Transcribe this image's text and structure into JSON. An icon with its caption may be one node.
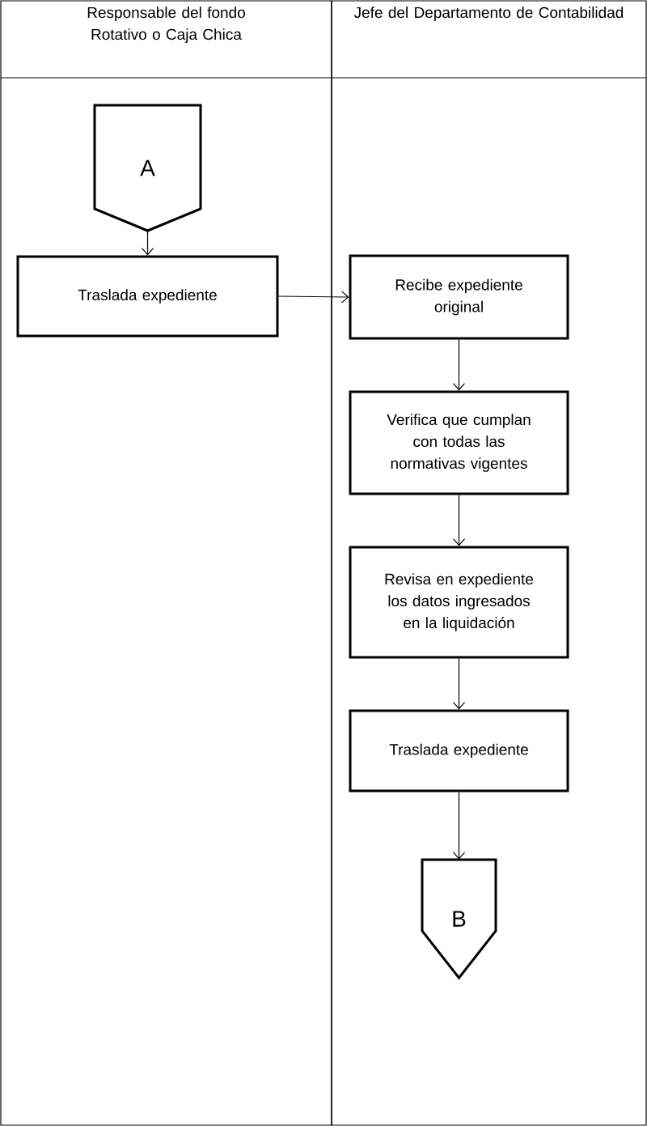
{
  "diagram": {
    "nodes": [
      {
        "text": [
          "Responsable del fondo Rotativo o Caja Chica"
        ]
      },
      {
        "text": [
          "Jefe del Departamento de Contabilidad"
        ]
      },
      {
        "text": [
          "A"
        ],
        "in": 0
      },
      {
        "text": [
          "Traslada expediente"
        ],
        "in": 0
      },
      {
        "text": [
          "Recibe expediente original"
        ],
        "in": 1
      },
      {
        "text": [
          "Verifica que cumplan con todas las normativas vigentes"
        ],
        "in": 1
      },
      {
        "text": [
          "Revisa en expediente los datos ingresados en la liquidación"
        ],
        "in": 1
      },
      {
        "text": [
          "Traslada expediente"
        ],
        "in": 1
      },
      {
        "text": [
          "B"
        ],
        "in": 1
      }
    ],
    "edges": [
      {
        "from": 2,
        "to": 3,
        "arrow": "to"
      },
      {
        "from": 3,
        "to": 4,
        "arrow": "to"
      },
      {
        "from": 4,
        "to": 5,
        "arrow": "to"
      },
      {
        "from": 5,
        "to": 6,
        "arrow": "to"
      },
      {
        "from": 6,
        "to": 7,
        "arrow": "to"
      },
      {
        "from": 7,
        "to": 8,
        "arrow": "to"
      }
    ]
  }
}
